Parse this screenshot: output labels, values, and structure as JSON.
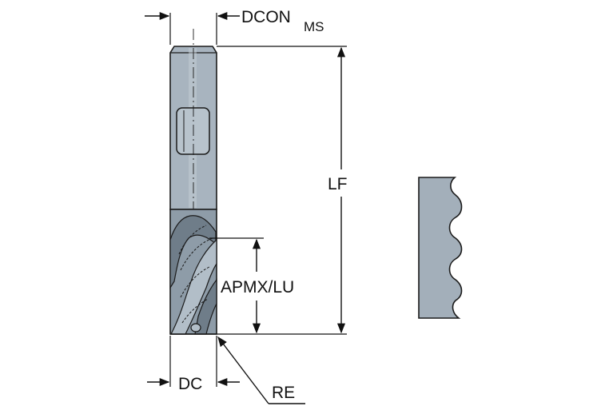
{
  "labels": {
    "dcon_main": "DCON",
    "dcon_sub": "MS",
    "lf": "LF",
    "apmx_lu": "APMX/LU",
    "dc": "DC",
    "re": "RE"
  },
  "colors": {
    "shank": "#a8b4bf",
    "shank_highlight": "#c4ced6",
    "flute": "#8e9ca8",
    "flute_dark": "#6f7d89",
    "line": "#111111"
  }
}
